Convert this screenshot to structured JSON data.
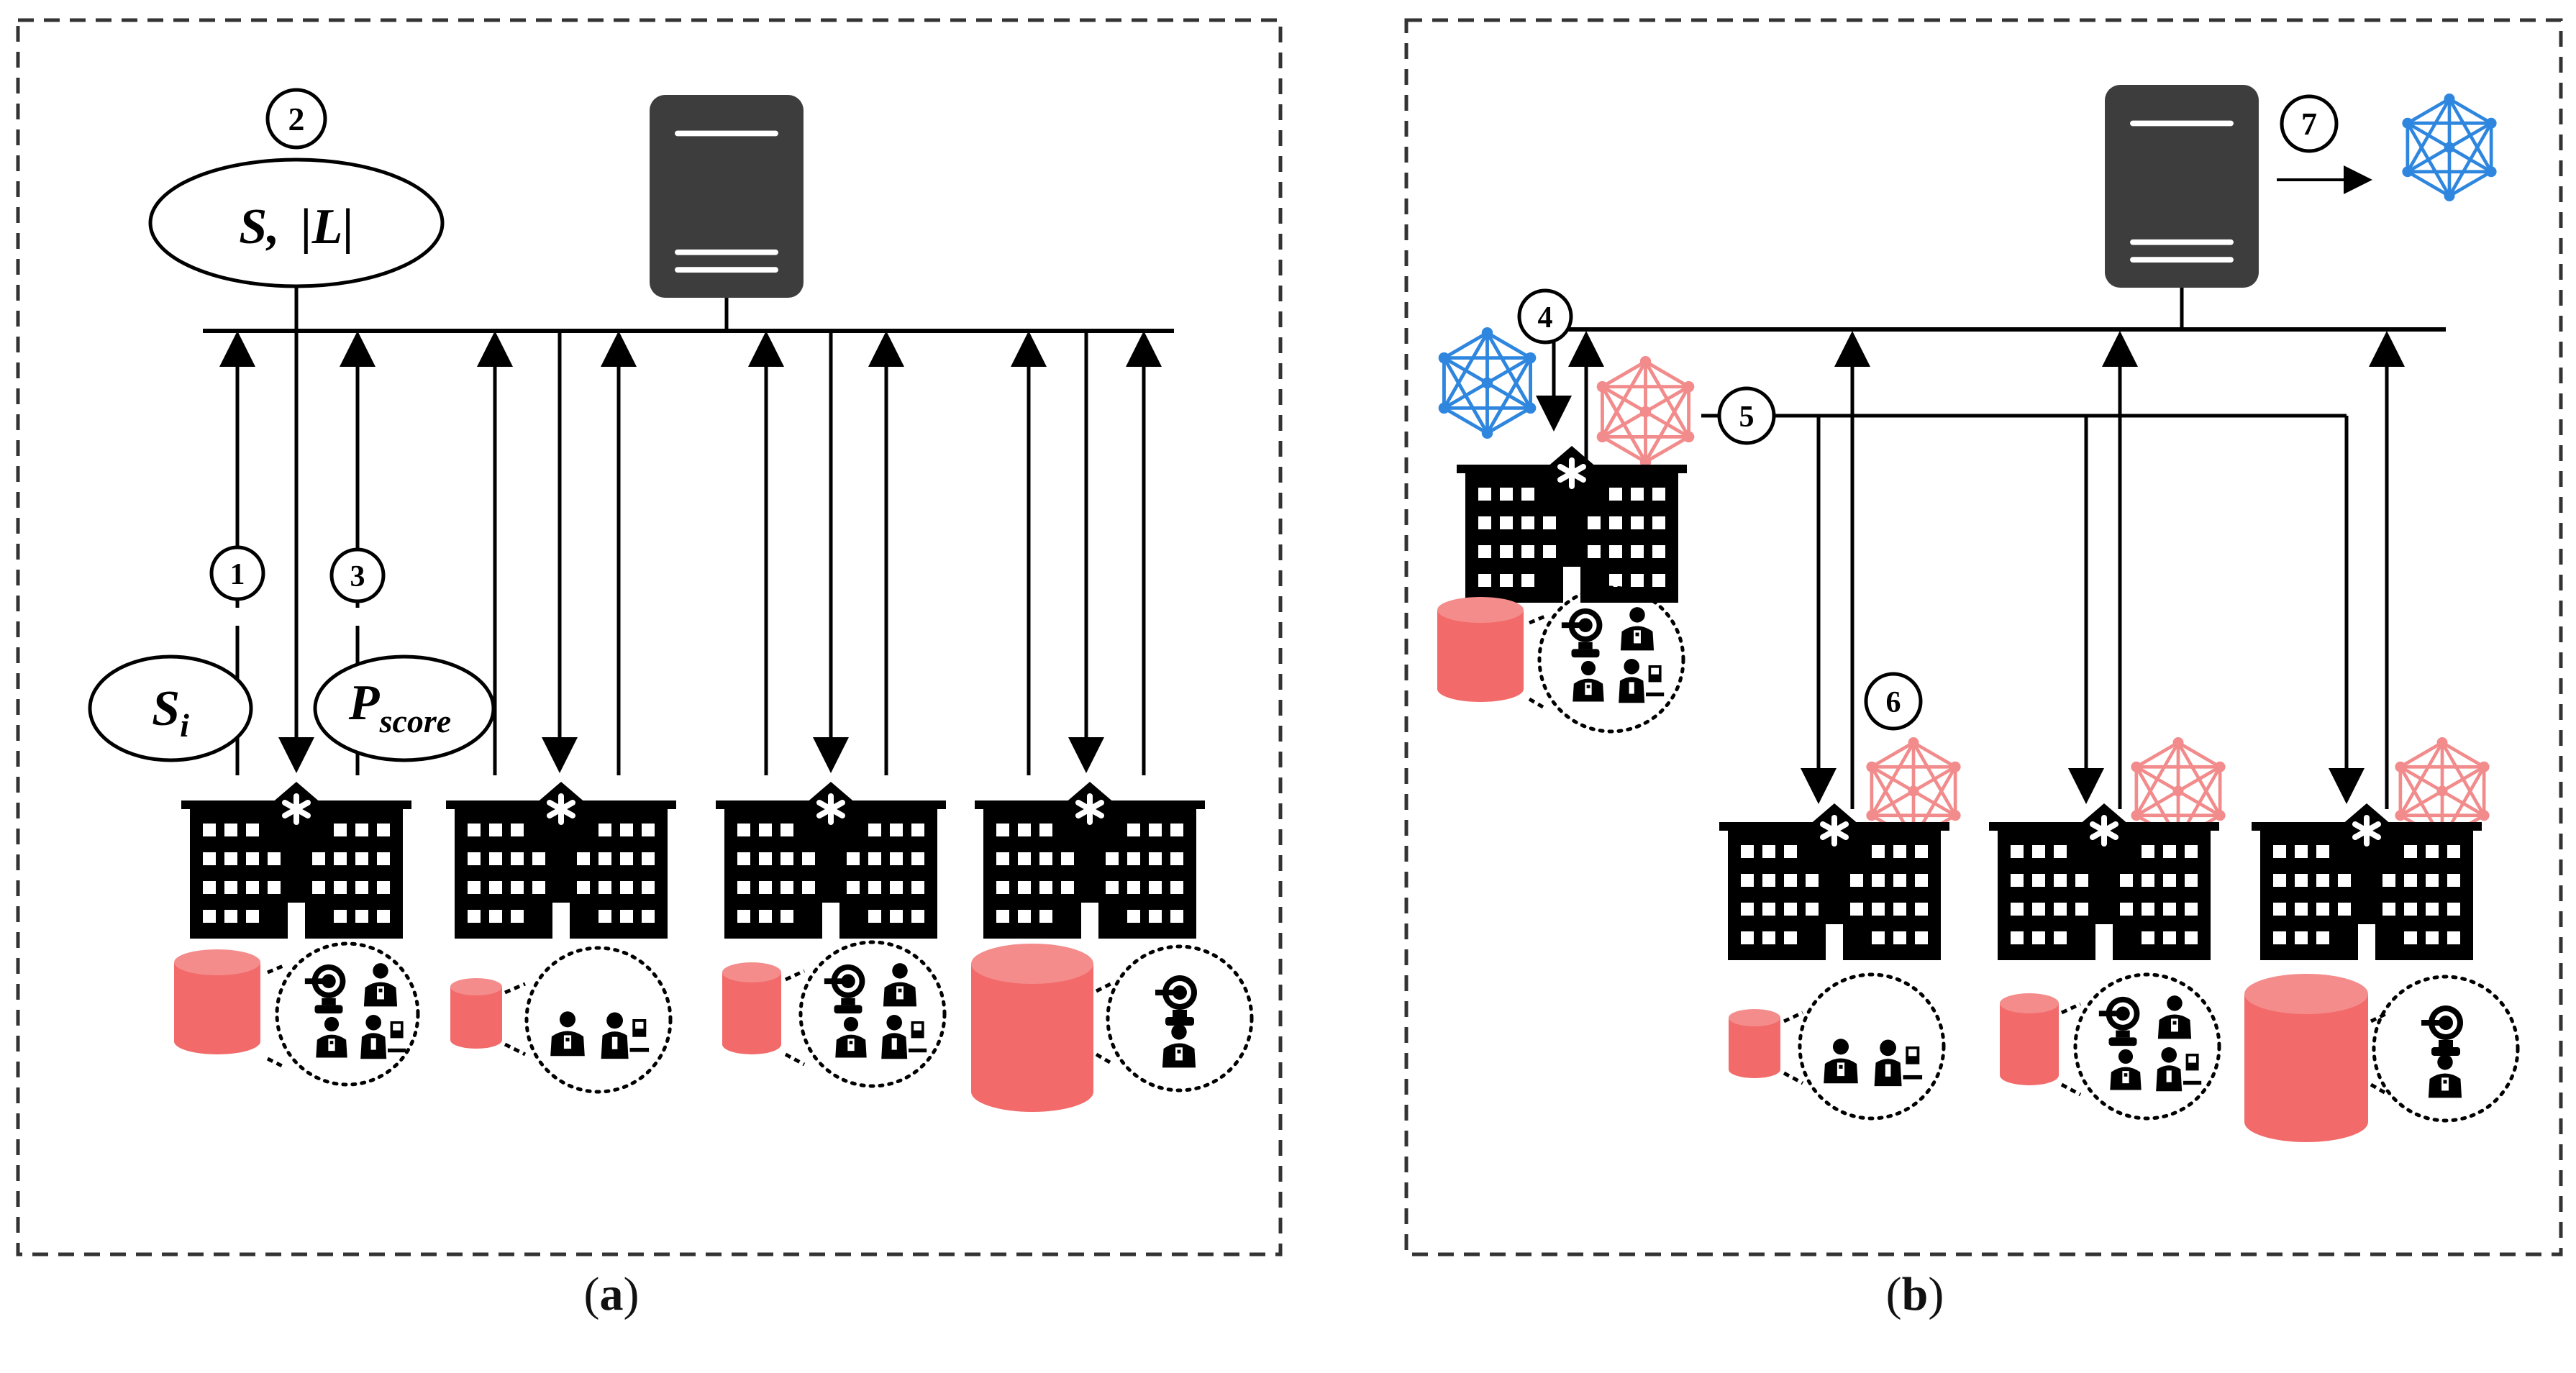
{
  "panel_a": {
    "caption_letter": "a",
    "ellipse_top": {
      "main": "S,",
      "abs": "|L|"
    },
    "ellipse_si": {
      "main": "S",
      "sub": "i"
    },
    "ellipse_pscore": {
      "main": "P",
      "sub": "score"
    },
    "steps": {
      "one": "1",
      "two": "2",
      "three": "3"
    }
  },
  "panel_b": {
    "caption_letter": "b",
    "steps": {
      "four": "4",
      "five": "5",
      "six": "6",
      "seven": "7"
    }
  },
  "colors": {
    "data_store": "#f26a6a",
    "global_model": "#2e86de",
    "local_model": "#f28b8b",
    "server": "#3d3d3d",
    "hospital": "#000000"
  }
}
